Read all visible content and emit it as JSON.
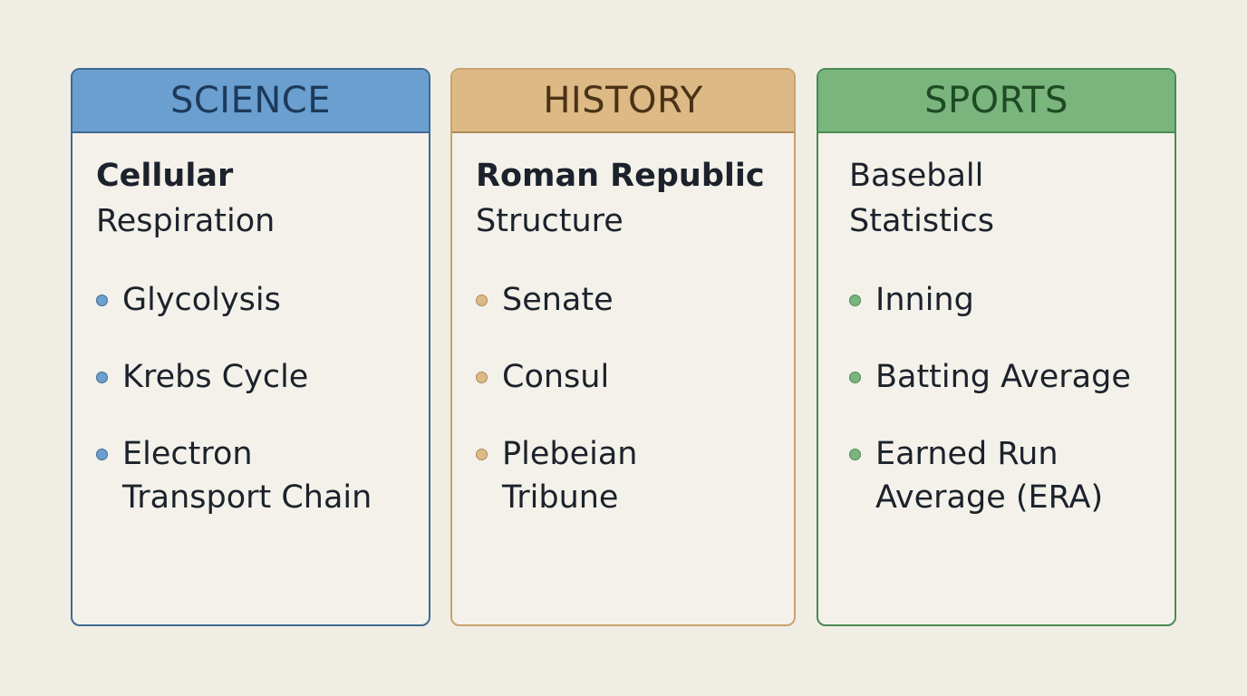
{
  "cards": [
    {
      "header": "SCIENCE",
      "title_line1": "Cellular",
      "title_line2": "Respiration",
      "title_line1_bold": true,
      "accent": "#6a9fd0",
      "items": [
        "Glycolysis",
        "Krebs Cycle",
        "Electron Transport Chain"
      ]
    },
    {
      "header": "HISTORY",
      "title_line1": "Roman Republic",
      "title_line2": "Structure",
      "title_line1_bold": true,
      "accent": "#dcb985",
      "items": [
        "Senate",
        "Consul",
        "Plebeian Tribune"
      ]
    },
    {
      "header": "SPORTS",
      "title_line1": "Baseball",
      "title_line2": "Statistics",
      "title_line1_bold": false,
      "accent": "#79b57d",
      "items": [
        "Inning",
        "Batting Average",
        "Earned Run Average (ERA)"
      ]
    }
  ]
}
